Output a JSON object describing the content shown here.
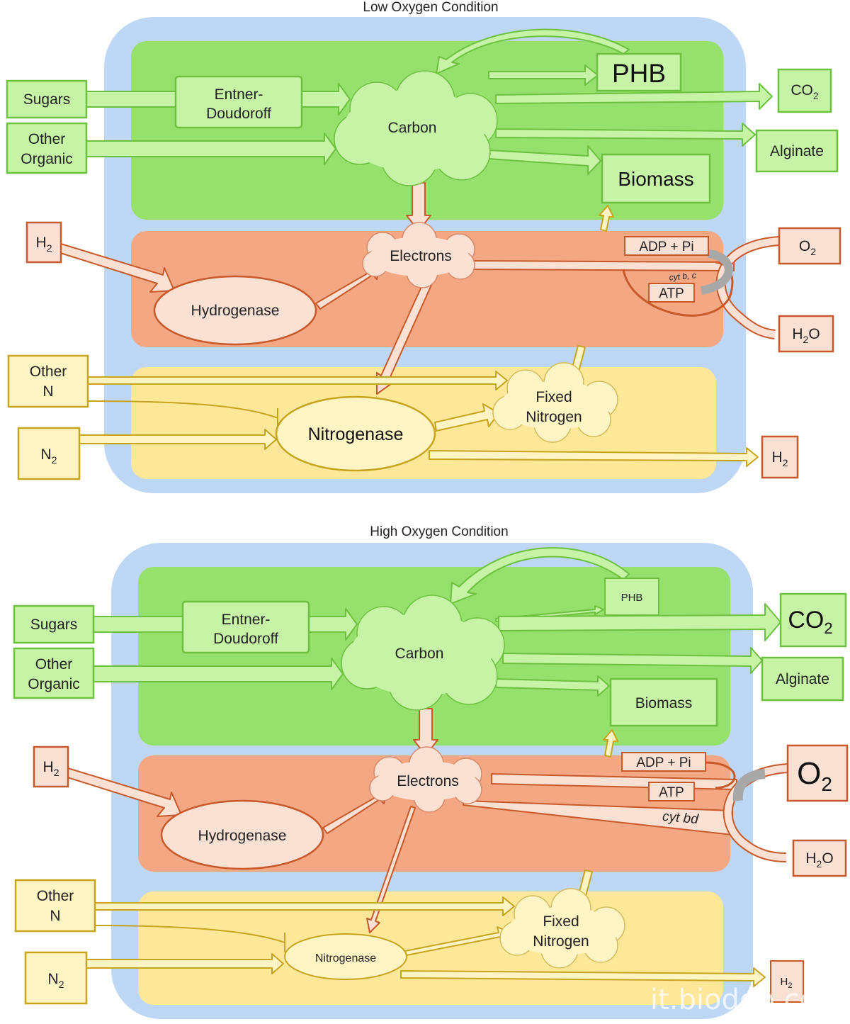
{
  "panels": [
    {
      "title": "Low Oxygen Condition",
      "inputs": {
        "sugars": "Sugars",
        "other_organic_1": "Other",
        "other_organic_2": "Organic",
        "h2": "H",
        "h2_sub": "2",
        "other_n_1": "Other",
        "other_n_2": "N",
        "n2": "N",
        "n2_sub": "2",
        "o2": "O",
        "o2_sub": "2"
      },
      "processes": {
        "entner_1": "Entner-",
        "entner_2": "Doudoroff",
        "carbon": "Carbon",
        "electrons": "Electrons",
        "hydrogenase": "Hydrogenase",
        "nitrogenase": "Nitrogenase",
        "fixed_1": "Fixed",
        "fixed_2": "Nitrogen",
        "adp": "ADP + Pi",
        "atp": "ATP",
        "cyt": "cyt b, c"
      },
      "outputs": {
        "phb": "PHB",
        "co2": "CO",
        "co2_sub": "2",
        "alginate": "Alginate",
        "biomass": "Biomass",
        "h2o_a": "H",
        "h2o_sub": "2",
        "h2o_b": "O",
        "h2_out": "H",
        "h2_out_sub": "2"
      }
    },
    {
      "title": "High Oxygen Condition",
      "inputs": {
        "sugars": "Sugars",
        "other_organic_1": "Other",
        "other_organic_2": "Organic",
        "h2": "H",
        "h2_sub": "2",
        "other_n_1": "Other",
        "other_n_2": "N",
        "n2": "N",
        "n2_sub": "2",
        "o2": "O",
        "o2_sub": "2"
      },
      "processes": {
        "entner_1": "Entner-",
        "entner_2": "Doudoroff",
        "carbon": "Carbon",
        "electrons": "Electrons",
        "hydrogenase": "Hydrogenase",
        "nitrogenase": "Nitrogenase",
        "fixed_1": "Fixed",
        "fixed_2": "Nitrogen",
        "adp": "ADP + Pi",
        "atp": "ATP",
        "cyt": "cyt bd"
      },
      "outputs": {
        "phb": "PHB",
        "co2": "CO",
        "co2_sub": "2",
        "alginate": "Alginate",
        "biomass": "Biomass",
        "h2o_a": "H",
        "h2o_sub": "2",
        "h2o_b": "O",
        "h2_out": "H",
        "h2_out_sub": "2"
      }
    }
  ],
  "watermark": "it.biodep.com",
  "colors": {
    "cell": "#bdd7f5",
    "carbon_band": "#96e06e",
    "electron_band": "#f4a783",
    "nitrogen_band": "#fde89a",
    "green_box": "#c6f3a6",
    "green_stroke": "#6cc13e",
    "orange_box": "#fbe1d4",
    "orange_stroke": "#c8592a",
    "yellow_box": "#fff4c4",
    "yellow_stroke": "#c7a41d"
  }
}
